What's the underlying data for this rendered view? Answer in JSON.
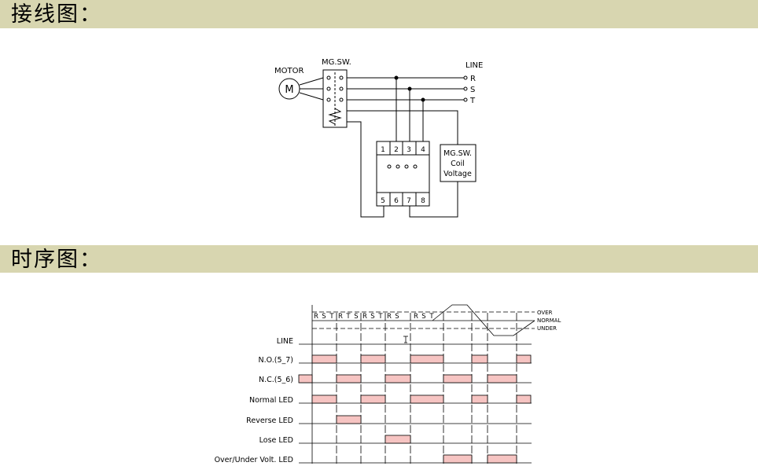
{
  "sections": {
    "wiring_title": "接线图：",
    "timing_title": "时序图："
  },
  "wiring": {
    "motor_label": "MOTOR",
    "motor_symbol": "M",
    "mgsw_label": "MG.SW.",
    "line_label": "LINE",
    "line_r": "R",
    "line_s": "S",
    "line_t": "T",
    "terminals_top": [
      "1",
      "2",
      "3",
      "4"
    ],
    "terminals_bottom": [
      "5",
      "6",
      "7",
      "8"
    ],
    "coil_lines": [
      "MG.SW.",
      "Coil",
      "Voltage"
    ]
  },
  "timing": {
    "phase_labels": [
      "R",
      "S",
      "T",
      "R",
      "T",
      "S",
      "R",
      "S",
      "T",
      "R",
      "S",
      "R",
      "S",
      "T"
    ],
    "level_labels": [
      "OVER",
      "NORMAL",
      "UNDER"
    ],
    "rows": [
      "LINE",
      "N.O.(5_7)",
      "N.C.(5_6)",
      "Normal LED",
      "Reverse LED",
      "Lose LED",
      "Over/Under Volt. LED"
    ],
    "pulse_color": "#f6c4c2"
  }
}
